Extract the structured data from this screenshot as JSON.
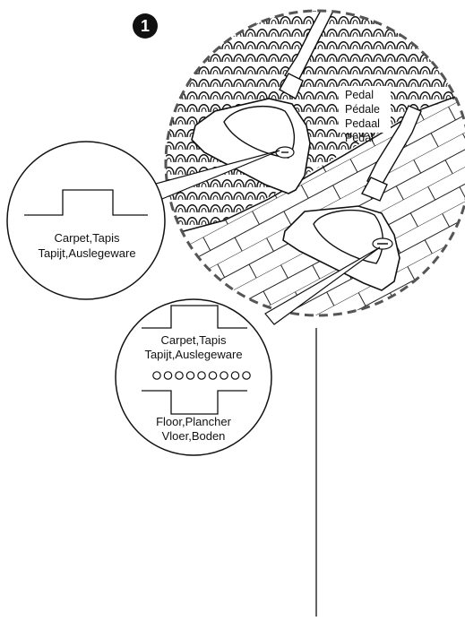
{
  "step_number": "1",
  "pedal_labels": [
    "Pedal",
    "Pédale",
    "Pedaal",
    "Pedal"
  ],
  "carpet_callout": {
    "line1": "Carpet,Tapis",
    "line2": "Tapijt,Auslegeware"
  },
  "floor_callout": {
    "carpet_line1": "Carpet,Tapis",
    "carpet_line2": "Tapijt,Auslegeware",
    "floor_line1": "Floor,Plancher",
    "floor_line2": "Vloer,Boden"
  }
}
